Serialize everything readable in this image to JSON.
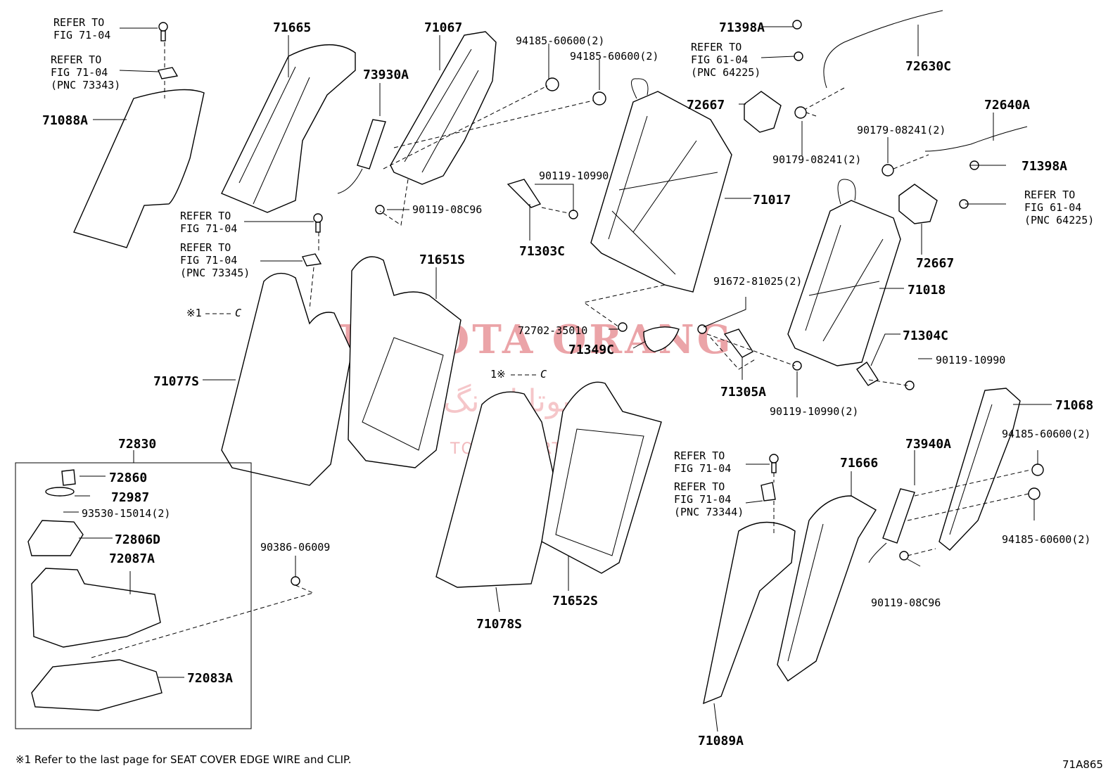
{
  "diagram_code": "71A865",
  "footnote": "※1 Refer to the last page for SEAT COVER EDGE WIRE and CLIP.",
  "watermark": {
    "line1": "TOYOTA ORANG",
    "line2": "تويوتا اورنگ",
    "line3": "TOYOTAPART.IR"
  },
  "marks": {
    "note_left": "※1",
    "note_right": "1※",
    "c_symbol": "C"
  },
  "refs": {
    "fig_7104": "REFER TO\nFIG 71-04",
    "fig_7104_73343": "REFER TO\nFIG 71-04\n(PNC 73343)",
    "fig_7104_73345": "REFER TO\nFIG 71-04\n(PNC 73345)",
    "fig_7104_73344": "REFER TO\nFIG 71-04\n(PNC 73344)",
    "fig_6104_64225": "REFER TO\nFIG 61-04\n(PNC 64225)"
  },
  "parts": {
    "p71665": "71665",
    "p71067": "71067",
    "p73930A": "73930A",
    "p71088A": "71088A",
    "p94185_a": "94185-60600(2)",
    "p94185_b": "94185-60600(2)",
    "p90119_08C96_a": "90119-08C96",
    "p90119_10990_a": "90119-10990",
    "p71303C": "71303C",
    "p71651S": "71651S",
    "p71077S": "71077S",
    "p71398A_top": "71398A",
    "p72630C": "72630C",
    "p72667_top": "72667",
    "p90179_a": "90179-08241(2)",
    "p90179_b": "90179-08241(2)",
    "p72640A": "72640A",
    "p71398A_right": "71398A",
    "p71017": "71017",
    "p72667_right": "72667",
    "p91672": "91672-81025(2)",
    "p71018": "71018",
    "p72702": "72702-35010",
    "p71349C": "71349C",
    "p71304C": "71304C",
    "p90119_10990_b": "90119-10990",
    "p71305A": "71305A",
    "p90119_10990_c": "90119-10990(2)",
    "p71068": "71068",
    "p94185_c": "94185-60600(2)",
    "p94185_d": "94185-60600(2)",
    "p72830": "72830",
    "p72860": "72860",
    "p72987": "72987",
    "p93530": "93530-15014(2)",
    "p72806D": "72806D",
    "p72087A": "72087A",
    "p72083A": "72083A",
    "p90386": "90386-06009",
    "p71078S": "71078S",
    "p71652S": "71652S",
    "p73940A": "73940A",
    "p71666": "71666",
    "p90119_08C96_b": "90119-08C96",
    "p71089A": "71089A"
  }
}
